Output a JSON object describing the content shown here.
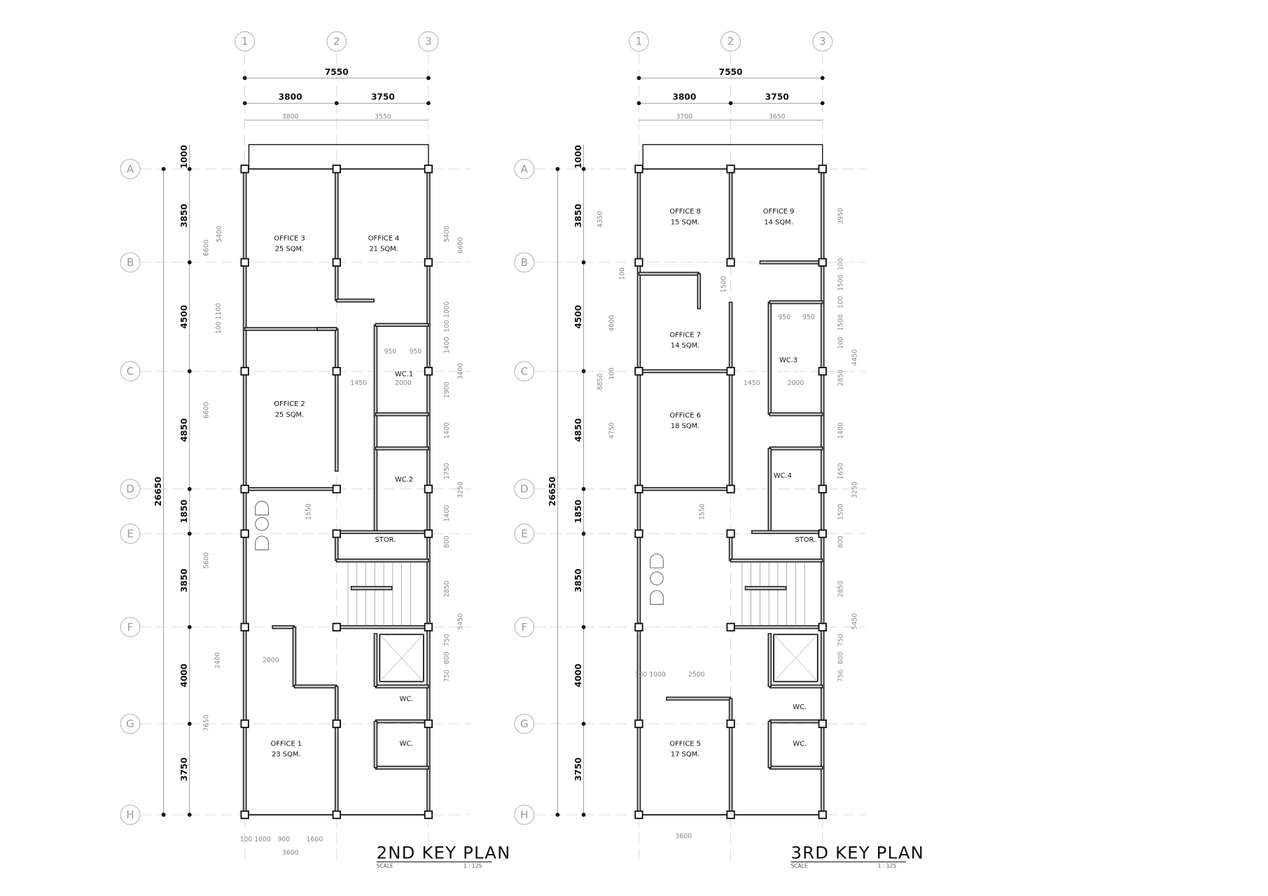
{
  "plans": [
    {
      "title": "2ND KEY PLAN",
      "scale_label": "SCALE",
      "scale_value": "1 : 125",
      "columns": [
        "1",
        "2",
        "3"
      ],
      "rows": [
        "A",
        "B",
        "C",
        "D",
        "E",
        "F",
        "G",
        "H"
      ],
      "top_dims": {
        "overall": "7550",
        "bays": [
          "3800",
          "3750"
        ],
        "inner": [
          "3800",
          "3550"
        ]
      },
      "left_dims": {
        "overall": "26650",
        "bays": [
          "1000",
          "3850",
          "4500",
          "4850",
          "1850",
          "3850",
          "4000",
          "3750"
        ]
      },
      "rooms": [
        {
          "name": "OFFICE 3",
          "area": "25 SQM."
        },
        {
          "name": "OFFICE 4",
          "area": "21 SQM."
        },
        {
          "name": "OFFICE 2",
          "area": "25 SQM."
        },
        {
          "name": "OFFICE 1",
          "area": "23 SQM."
        },
        {
          "name": "WC.1",
          "area": ""
        },
        {
          "name": "WC.2",
          "area": ""
        },
        {
          "name": "STOR.",
          "area": ""
        },
        {
          "name": "WC.",
          "area": ""
        },
        {
          "name": "WC.",
          "area": ""
        }
      ],
      "minor_dims": [
        "6600",
        "5400",
        "100 1100",
        "6600",
        "5600",
        "2400",
        "7650",
        "5400",
        "6600",
        "100 1000",
        "1400",
        "3400",
        "1900",
        "1400",
        "1750",
        "3250",
        "1400",
        "800",
        "2850",
        "5450",
        "750",
        "800",
        "750",
        "950",
        "950",
        "2000",
        "1450",
        "1550",
        "2000",
        "100 1000",
        "900",
        "1600",
        "3600"
      ]
    },
    {
      "title": "3RD KEY PLAN",
      "scale_label": "SCALE",
      "scale_value": "1 : 125",
      "columns": [
        "1",
        "2",
        "3"
      ],
      "rows": [
        "A",
        "B",
        "C",
        "D",
        "E",
        "F",
        "G",
        "H"
      ],
      "top_dims": {
        "overall": "7550",
        "bays": [
          "3800",
          "3750"
        ],
        "inner": [
          "3700",
          "3650"
        ]
      },
      "left_dims": {
        "overall": "26650",
        "bays": [
          "1000",
          "3850",
          "4500",
          "4850",
          "1850",
          "3850",
          "4000",
          "3750"
        ]
      },
      "rooms": [
        {
          "name": "OFFICE 8",
          "area": "15 SQM."
        },
        {
          "name": "OFFICE 9",
          "area": "14 SQM."
        },
        {
          "name": "OFFICE 7",
          "area": "14 SQM."
        },
        {
          "name": "OFFICE 6",
          "area": "18 SQM."
        },
        {
          "name": "OFFICE 5",
          "area": "17 SQM."
        },
        {
          "name": "WC.3",
          "area": ""
        },
        {
          "name": "WC.4",
          "area": ""
        },
        {
          "name": "STOR.",
          "area": ""
        },
        {
          "name": "WC.",
          "area": ""
        },
        {
          "name": "WC.",
          "area": ""
        }
      ],
      "minor_dims": [
        "4350",
        "100",
        "4000",
        "100",
        "8850",
        "4750",
        "3950",
        "100",
        "1500",
        "100",
        "1500",
        "100",
        "4450",
        "2850",
        "1400",
        "1650",
        "3250",
        "1500",
        "800",
        "2850",
        "5450",
        "750",
        "800",
        "750",
        "1500",
        "950",
        "950",
        "1450",
        "2000",
        "1550",
        "100 1000",
        "2500",
        "3600"
      ]
    }
  ]
}
